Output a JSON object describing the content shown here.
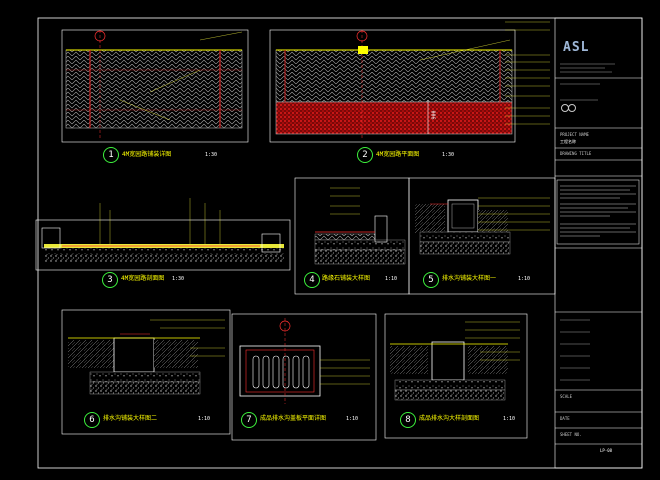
{
  "drawing": {
    "title_block": {
      "logo": "ASL",
      "circles_icon": "linked-circles-icon",
      "project_label": "PROJECT NAME",
      "project_value": "工程名称",
      "drawing_title_label": "DRAWING TITLE",
      "scale_label": "SCALE",
      "date_label": "DATE",
      "sheet_label": "SHEET NO.",
      "sheet_value": "LP-08"
    },
    "details": [
      {
        "no": "1",
        "caption": "4M宽园路铺装详图",
        "scale": "1:30"
      },
      {
        "no": "2",
        "caption": "4M宽园路平面图",
        "scale": "1:30"
      },
      {
        "no": "3",
        "caption": "4M宽园路剖面图",
        "scale": "1:30"
      },
      {
        "no": "4",
        "caption": "路缘石铺装大样图",
        "scale": "1:10"
      },
      {
        "no": "5",
        "caption": "排水沟铺装大样图一",
        "scale": "1:10"
      },
      {
        "no": "6",
        "caption": "排水沟铺装大样图二",
        "scale": "1:10"
      },
      {
        "no": "7",
        "caption": "成品排水沟盖板平面详图",
        "scale": "1:10"
      },
      {
        "no": "8",
        "caption": "成品排水沟大样剖面图",
        "scale": "1:10"
      }
    ],
    "dimension": "900",
    "colors": {
      "frame": "#ffffff",
      "hatch": "#e04030",
      "gravel": "#b0b0b0",
      "brick": "#cc1010",
      "leader": "#e8e838",
      "note": "#3cf03c",
      "callout": "#ff3030"
    }
  }
}
